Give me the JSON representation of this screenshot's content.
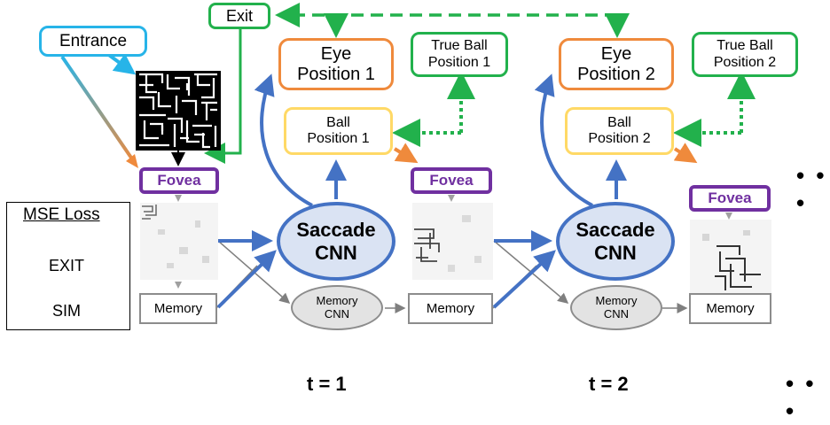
{
  "nodes": {
    "exit": "Exit",
    "entrance": "Entrance",
    "eye1": "Eye\nPosition 1",
    "eye2": "Eye\nPosition 2",
    "trueball1": "True Ball\nPosition 1",
    "trueball2": "True Ball\nPosition 2",
    "ball1": "Ball\nPosition 1",
    "ball2": "Ball\nPosition 2",
    "fovea": "Fovea",
    "saccade": "Saccade\nCNN",
    "memory": "Memory",
    "memory_cnn": "Memory\nCNN"
  },
  "legend": {
    "title": "MSE Loss",
    "exit": "EXIT",
    "sim": "SIM"
  },
  "time": {
    "t1": "t = 1",
    "t2": "t = 2",
    "ellipsis": "• • •"
  },
  "colors": {
    "orange": "#ef8a3c",
    "yellow": "#ffd966",
    "green": "#22b14c",
    "cyan": "#27b4e8",
    "purple": "#7030a0",
    "blue": "#4472c4",
    "gray": "#8c8c8c"
  }
}
